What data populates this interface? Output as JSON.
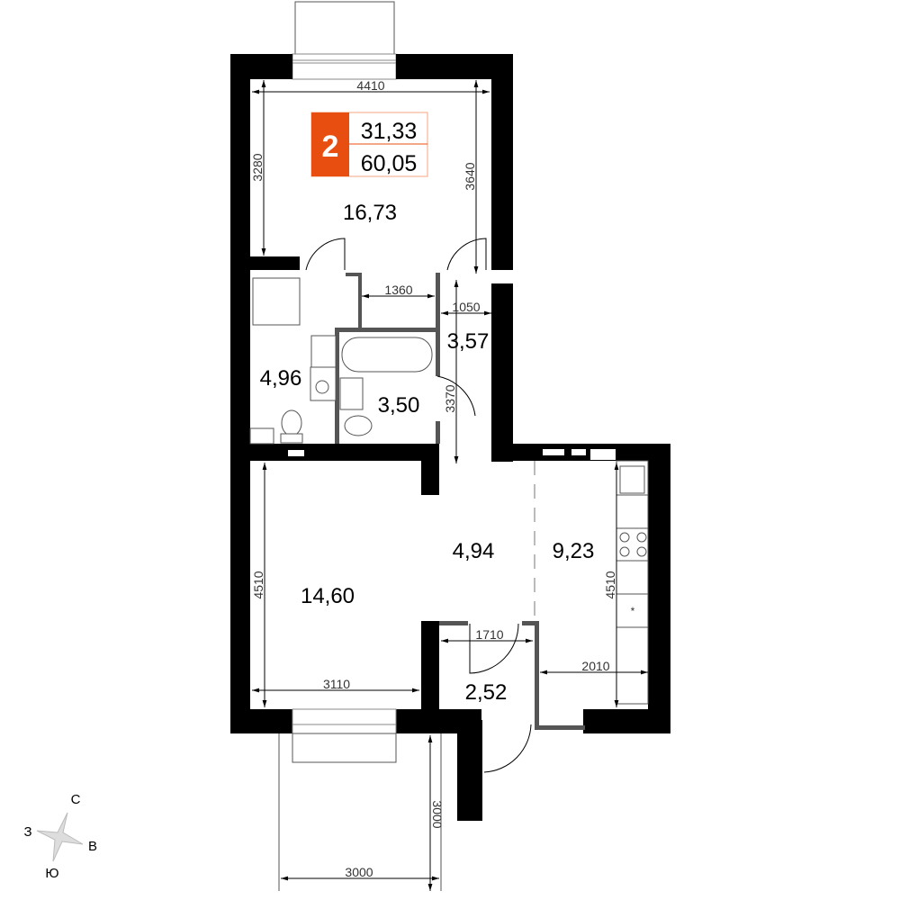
{
  "badge": {
    "rooms": "2",
    "living_area": "31,33",
    "total_area": "60,05",
    "color": "#E84E0F"
  },
  "rooms": {
    "living_room_top": "16,73",
    "bathroom": "4,96",
    "toilet_bath": "3,50",
    "corridor": "3,57",
    "bedroom": "14,60",
    "hall": "4,94",
    "kitchen": "9,23",
    "entry": "2,52"
  },
  "dimensions": {
    "top_width": "4410",
    "top_left_height": "3280",
    "top_right_height": "3640",
    "passage_width": "1360",
    "corridor_width": "1050",
    "corridor_height": "3370",
    "bedroom_height": "4510",
    "bedroom_width": "3110",
    "entry_width": "1710",
    "kitchen_width": "2010",
    "kitchen_height": "4510",
    "balcony_height": "3000",
    "balcony_width": "3000"
  },
  "compass": {
    "north": "С",
    "west": "З",
    "east": "В",
    "south": "Ю"
  }
}
